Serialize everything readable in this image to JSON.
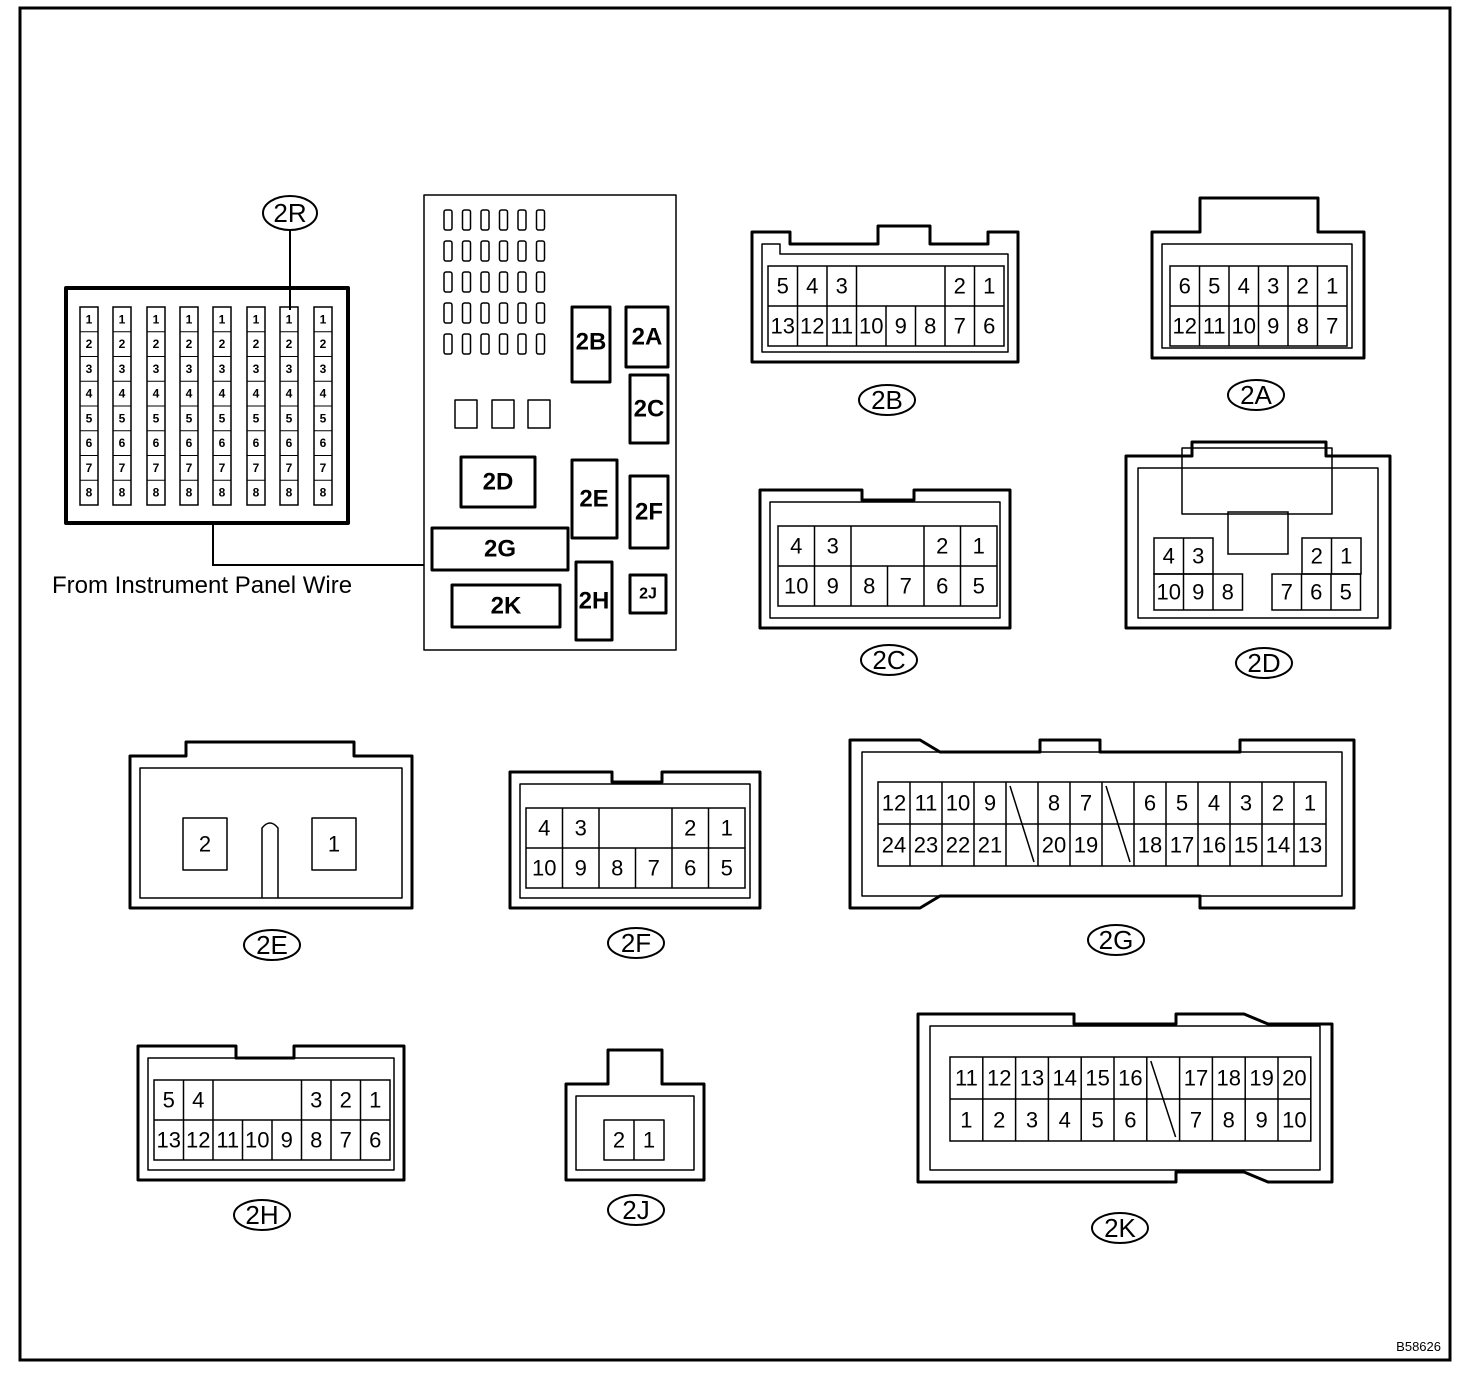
{
  "caption": "From Instrument Panel Wire",
  "figure_id": "B58626",
  "block": {
    "labels": [
      "2B",
      "2A",
      "2C",
      "2D",
      "2E",
      "2F",
      "2G",
      "2K",
      "2H",
      "2J"
    ]
  },
  "connectors": {
    "2R": {
      "label": "2R",
      "pins": [
        "1",
        "2",
        "3",
        "4",
        "5",
        "6",
        "7",
        "8"
      ]
    },
    "2B": {
      "label": "2B",
      "top": [
        "5",
        "4",
        "3",
        "",
        "",
        "",
        "2",
        "1"
      ],
      "bottom": [
        "13",
        "12",
        "11",
        "10",
        "9",
        "8",
        "7",
        "6"
      ]
    },
    "2A": {
      "label": "2A",
      "top": [
        "6",
        "5",
        "4",
        "3",
        "2",
        "1"
      ],
      "bottom": [
        "12",
        "11",
        "10",
        "9",
        "8",
        "7"
      ]
    },
    "2C": {
      "label": "2C",
      "top": [
        "4",
        "3",
        "",
        "",
        "2",
        "1"
      ],
      "bottom": [
        "10",
        "9",
        "8",
        "7",
        "6",
        "5"
      ]
    },
    "2D": {
      "label": "2D",
      "top": [
        "4",
        "3",
        "2",
        "1"
      ],
      "bottom": [
        "10",
        "9",
        "8",
        "7",
        "6",
        "5"
      ]
    },
    "2E": {
      "label": "2E",
      "pins": [
        "2",
        "1"
      ]
    },
    "2F": {
      "label": "2F",
      "top": [
        "4",
        "3",
        "",
        "",
        "2",
        "1"
      ],
      "bottom": [
        "10",
        "9",
        "8",
        "7",
        "6",
        "5"
      ]
    },
    "2G": {
      "label": "2G",
      "top": [
        "12",
        "11",
        "10",
        "9",
        "",
        "8",
        "7",
        "",
        "6",
        "5",
        "4",
        "3",
        "2",
        "1"
      ],
      "bottom": [
        "24",
        "23",
        "22",
        "21",
        "",
        "20",
        "19",
        "",
        "18",
        "17",
        "16",
        "15",
        "14",
        "13"
      ]
    },
    "2H": {
      "label": "2H",
      "top": [
        "5",
        "4",
        "",
        "",
        "",
        "3",
        "2",
        "1"
      ],
      "bottom": [
        "13",
        "12",
        "11",
        "10",
        "9",
        "8",
        "7",
        "6"
      ]
    },
    "2J": {
      "label": "2J",
      "pins": [
        "2",
        "1"
      ]
    },
    "2K": {
      "label": "2K",
      "top": [
        "11",
        "12",
        "13",
        "14",
        "15",
        "16",
        "",
        "17",
        "18",
        "19",
        "20"
      ],
      "bottom": [
        "1",
        "2",
        "3",
        "4",
        "5",
        "6",
        "",
        "7",
        "8",
        "9",
        "10"
      ]
    }
  }
}
